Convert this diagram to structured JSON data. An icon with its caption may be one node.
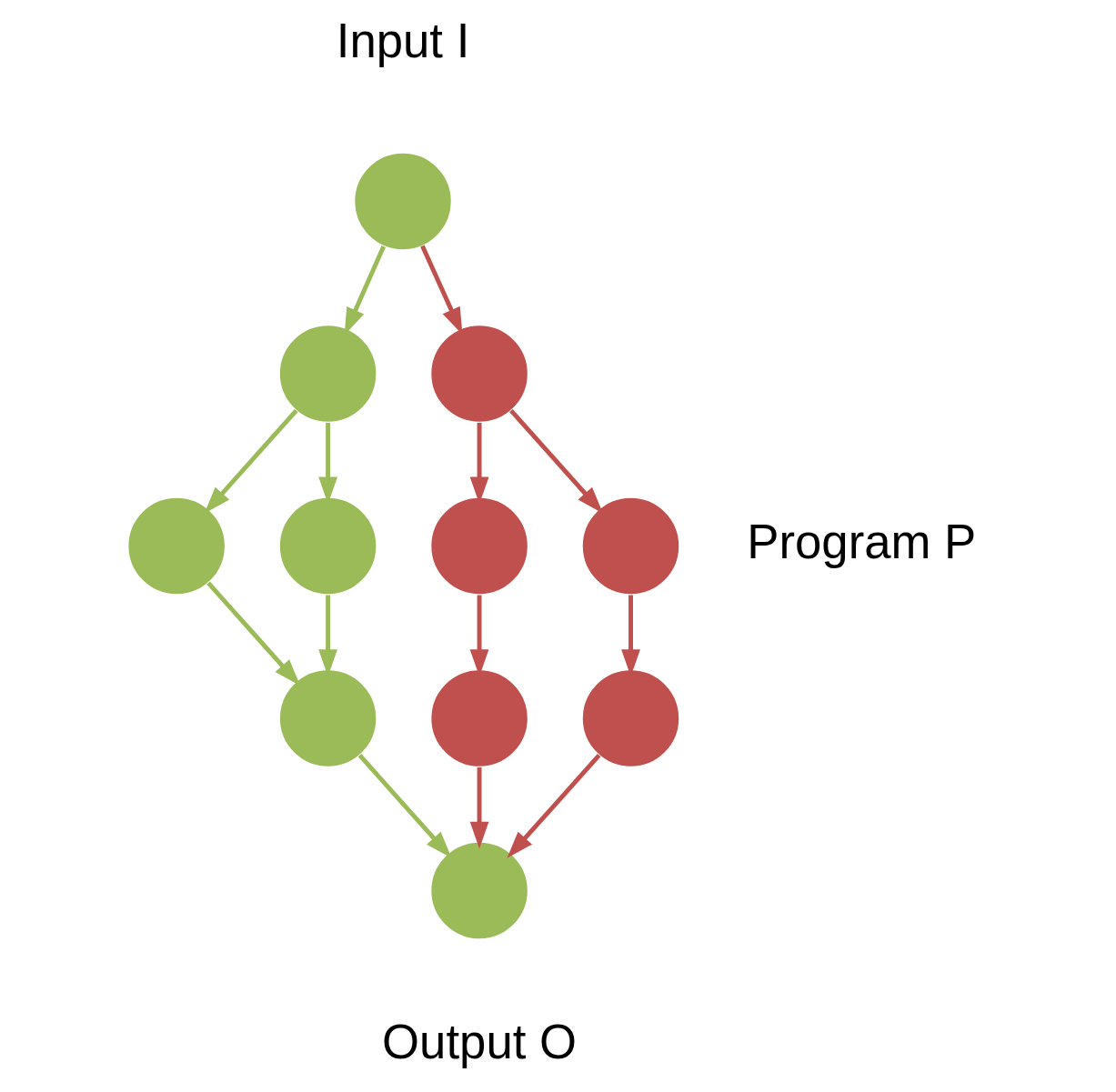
{
  "diagram": {
    "nodes": [
      {
        "text": [],
        "shape": "circle",
        "beside": [
          "Input I"
        ]
      },
      {
        "text": [],
        "shape": "circle"
      },
      {
        "text": [],
        "shape": "circle"
      },
      {
        "text": [],
        "shape": "circle"
      },
      {
        "text": [],
        "shape": "circle"
      },
      {
        "text": [],
        "shape": "circle"
      },
      {
        "text": [],
        "shape": "circle"
      },
      {
        "text": [],
        "shape": "circle"
      },
      {
        "text": [],
        "shape": "circle"
      },
      {
        "text": [],
        "shape": "circle"
      },
      {
        "text": [],
        "shape": "circle",
        "beside": [
          "Output O"
        ]
      }
    ],
    "edges": [
      {
        "from": 0,
        "to": 1,
        "arrow": "to",
        "color": "#9bbb59"
      },
      {
        "from": 0,
        "to": 2,
        "arrow": "to"
      },
      {
        "from": 1,
        "to": 3,
        "arrow": "to",
        "color": "#9bbb59"
      },
      {
        "from": 1,
        "to": 4,
        "arrow": "to",
        "color": "#9bbb59"
      },
      {
        "from": 2,
        "to": 5,
        "arrow": "to"
      },
      {
        "from": 2,
        "to": 6,
        "arrow": "to"
      },
      {
        "from": 3,
        "to": 7,
        "arrow": "to",
        "color": "#9bbb59"
      },
      {
        "from": 4,
        "to": 7,
        "arrow": "to",
        "color": "#9bbb59"
      },
      {
        "from": 5,
        "to": 8,
        "arrow": "to"
      },
      {
        "from": 6,
        "to": 9,
        "arrow": "to"
      },
      {
        "from": 7,
        "to": 10,
        "arrow": "to",
        "color": "#9bbb59"
      },
      {
        "from": 8,
        "to": 10,
        "arrow": "to"
      },
      {
        "from": 9,
        "to": 10,
        "arrow": "to"
      }
    ],
    "labels": [
      "Program P"
    ]
  }
}
